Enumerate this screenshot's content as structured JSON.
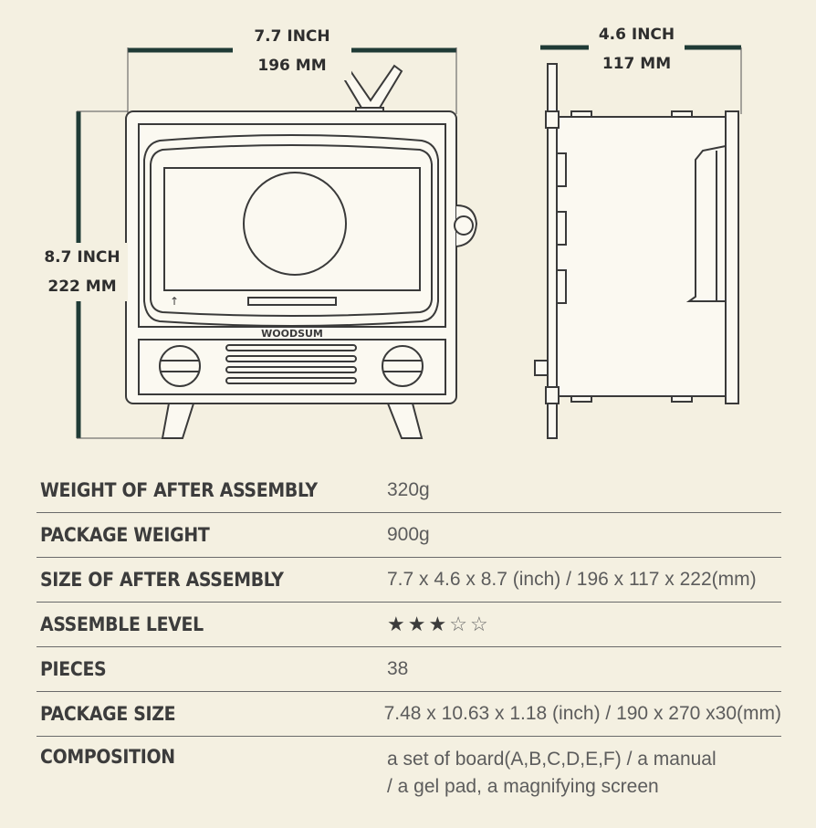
{
  "dimensions": {
    "width_inch": "7.7 INCH",
    "width_mm": "196 MM",
    "height_inch": "8.7 INCH",
    "height_mm": "222 MM",
    "depth_inch": "4.6 INCH",
    "depth_mm": "117 MM"
  },
  "brand_label": "WOODSUM",
  "colors": {
    "dimension_line": "#1f3b36",
    "background": "#f4f0e1"
  },
  "specs": [
    {
      "label": "WEIGHT OF AFTER ASSEMBLY",
      "value": "320g"
    },
    {
      "label": "PACKAGE WEIGHT",
      "value": "900g"
    },
    {
      "label": "SIZE OF AFTER ASSEMBLY",
      "value": "7.7 x 4.6 x 8.7 (inch) / 196 x 117 x 222(mm)"
    },
    {
      "label": "ASSEMBLE LEVEL",
      "filled_stars": 3,
      "total_stars": 5
    },
    {
      "label": "PIECES",
      "value": "38"
    },
    {
      "label": "PACKAGE SIZE",
      "value": "7.48 x 10.63 x 1.18 (inch) / 190 x 270 x30(mm)"
    },
    {
      "label": "COMPOSITION",
      "value_line1": "a set of board(A,B,C,D,E,F) / a manual",
      "value_line2": "/ a gel pad, a magnifying screen"
    }
  ]
}
